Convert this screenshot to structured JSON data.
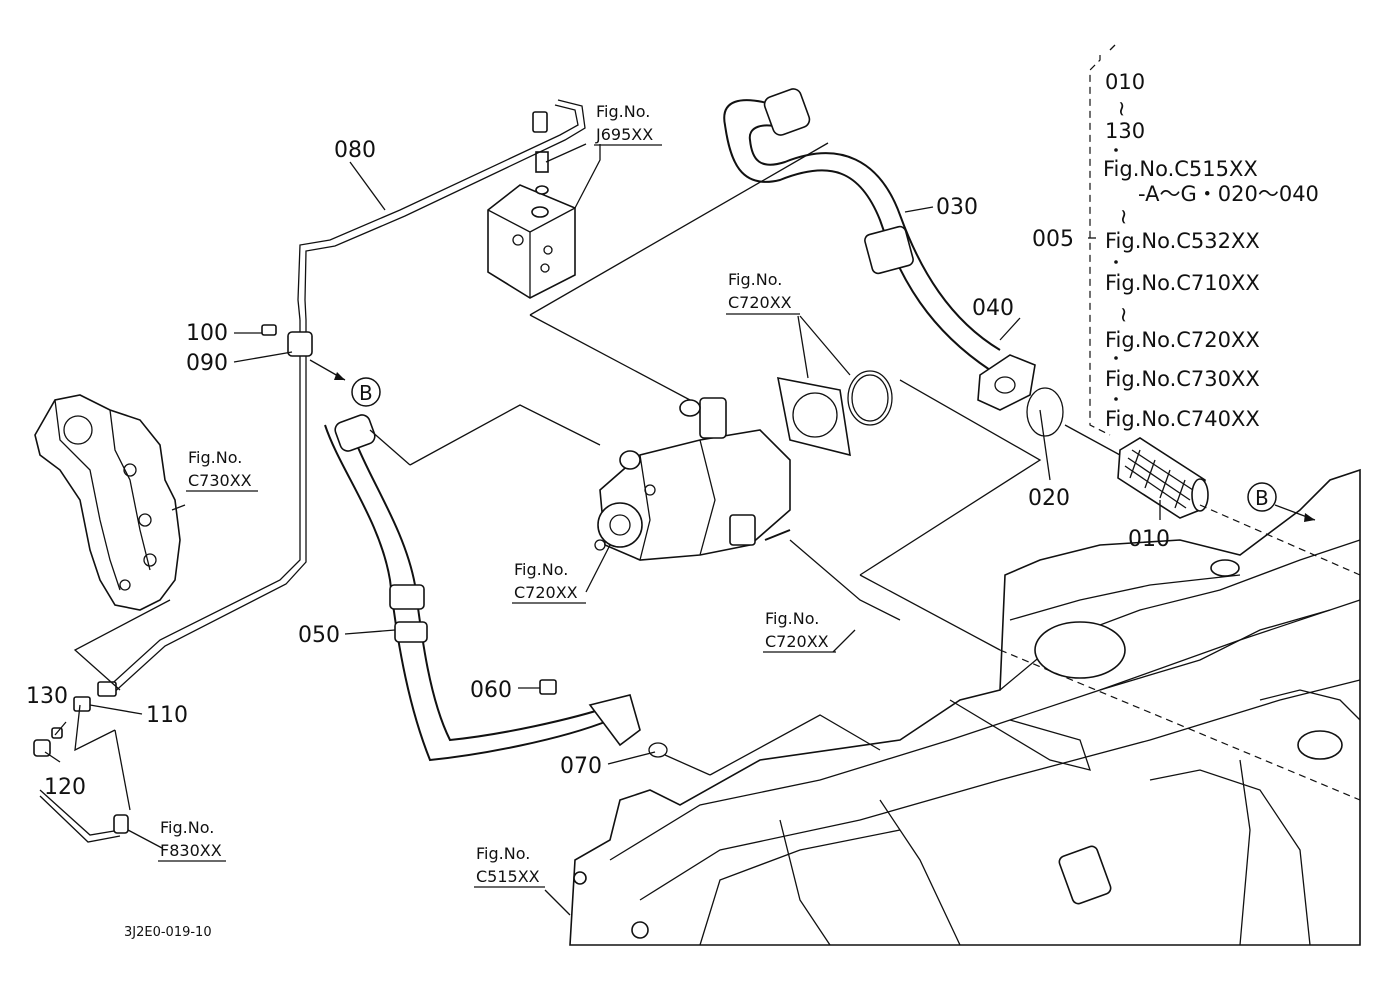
{
  "diagram": {
    "code": "3J2E0-019-10",
    "part_numbers": {
      "p005": "005",
      "p010": "010",
      "p020": "020",
      "p030": "030",
      "p040": "040",
      "p050": "050",
      "p060": "060",
      "p070": "070",
      "p080": "080",
      "p090": "090",
      "p100": "100",
      "p110": "110",
      "p120": "120",
      "p130": "130"
    },
    "markers": {
      "b1": "B",
      "b2": "B"
    },
    "fig_refs": {
      "j695": {
        "top": "Fig.No.",
        "code": "J695XX"
      },
      "c720_gasket": {
        "top": "Fig.No.",
        "code": "C720XX"
      },
      "c730": {
        "top": "Fig.No.",
        "code": "C730XX"
      },
      "c720_valve": {
        "top": "Fig.No.",
        "code": "C720XX"
      },
      "c720_pipe": {
        "top": "Fig.No.",
        "code": "C720XX"
      },
      "f830": {
        "top": "Fig.No.",
        "code": "F830XX"
      },
      "c515": {
        "top": "Fig.No.",
        "code": "C515XX"
      }
    },
    "assembly_list": {
      "line1": "010",
      "tilde1": "~",
      "line2": "130",
      "line3": "Fig.No.C515XX",
      "line4": "-A～G・020～040",
      "tilde2": "~",
      "line5": "Fig.No.C532XX",
      "line6": "Fig.No.C710XX",
      "tilde3": "~",
      "line7": "Fig.No.C720XX",
      "line8": "Fig.No.C730XX",
      "line9": "Fig.No.C740XX"
    }
  }
}
